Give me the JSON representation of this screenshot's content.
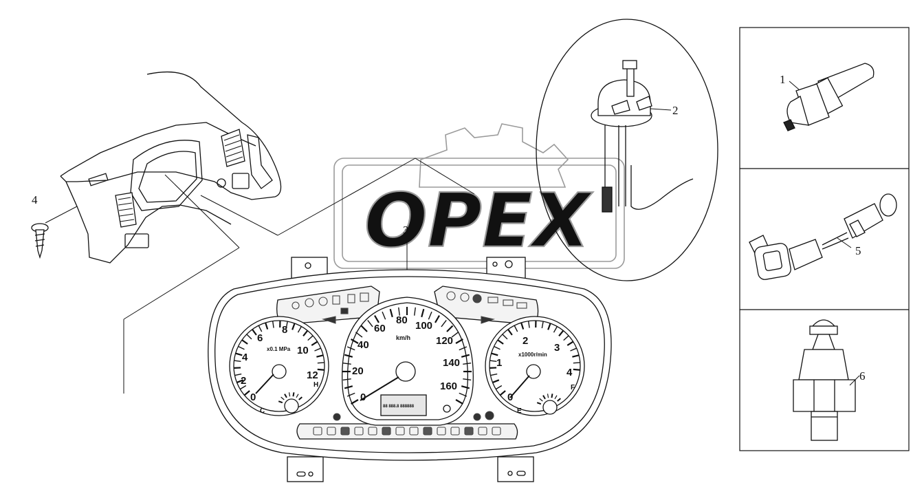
{
  "watermark": {
    "text": "OPEX"
  },
  "callouts": [
    {
      "id": "1",
      "text": "1"
    },
    {
      "id": "2",
      "text": "2"
    },
    {
      "id": "3",
      "text": "3"
    },
    {
      "id": "4",
      "text": "4"
    },
    {
      "id": "5",
      "text": "5"
    },
    {
      "id": "6",
      "text": "6"
    }
  ],
  "pressure_gauge": {
    "unit": "x0.1 MPa",
    "ticks": [
      "0",
      "2",
      "4",
      "6",
      "8",
      "10",
      "12"
    ],
    "small_labels": [
      "C",
      "H"
    ]
  },
  "speedometer": {
    "unit": "km/h",
    "ticks": [
      "0",
      "20",
      "40",
      "60",
      "80",
      "100",
      "120",
      "140",
      "160"
    ],
    "odometer": "88 888.8 888888"
  },
  "tachometer": {
    "unit": "x1000r/min",
    "ticks": [
      "0",
      "1",
      "2",
      "3",
      "4"
    ],
    "small_labels": [
      "E",
      "F"
    ]
  },
  "colors": {
    "line": "#111111",
    "watermark": "#9a9a9a",
    "panel": "#d9d9d9"
  }
}
